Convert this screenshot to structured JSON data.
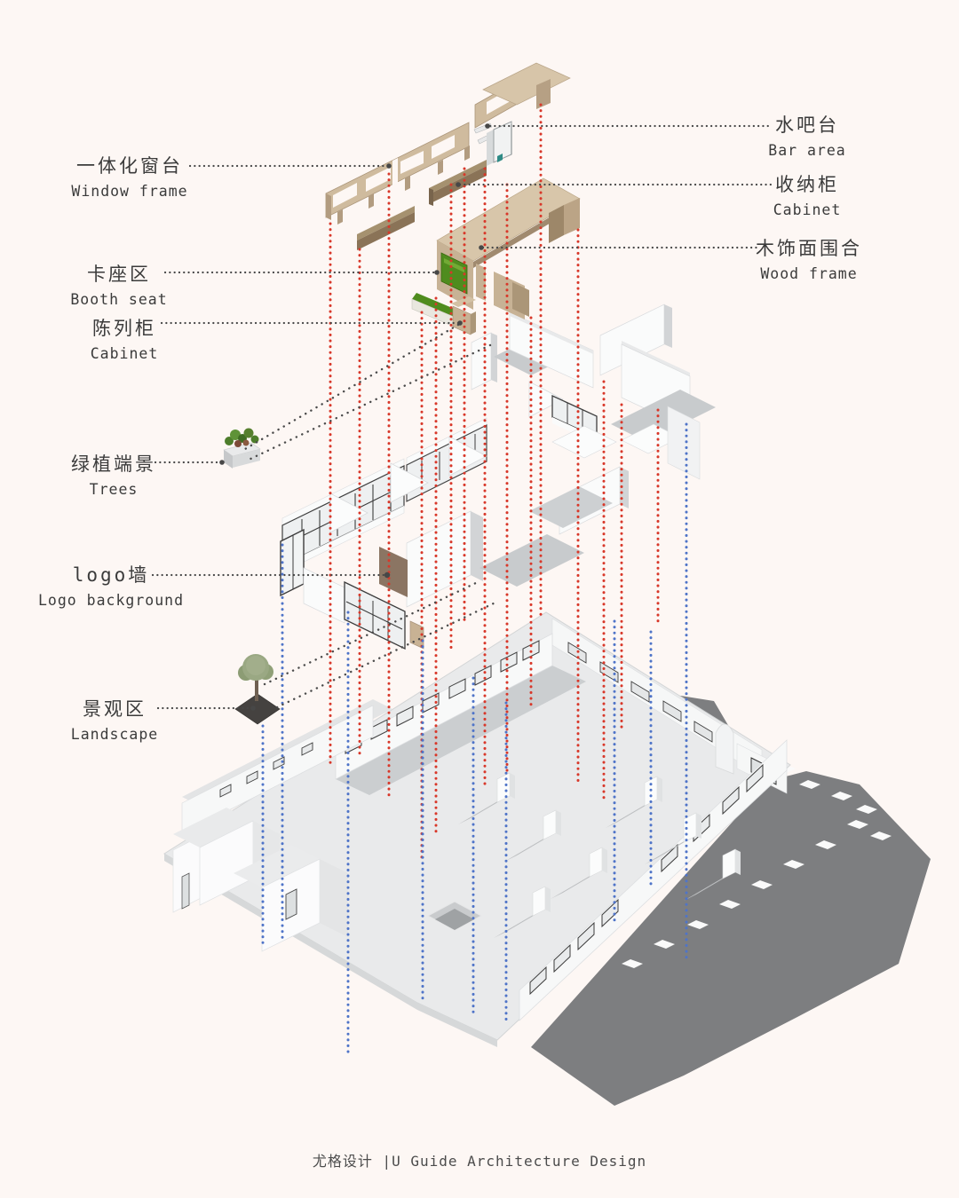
{
  "meta": {
    "kind": "architectural-exploded-axonometric-diagram",
    "background_color": "#fdf7f4",
    "accent_colors": {
      "red_projection_line": "#d8382a",
      "blue_projection_line": "#4f74c8",
      "leader_line": "#474747",
      "wood_beige": "#d0bc9f",
      "wood_dark": "#8a7357",
      "green_panel": "#4f8c1e",
      "logo_wall_brown": "#8b7563",
      "road_gray": "#7d7e80"
    }
  },
  "labels": {
    "window_frame": {
      "zh": "一体化窗台",
      "en": "Window frame"
    },
    "bar_area": {
      "zh": "水吧台",
      "en": "Bar area"
    },
    "storage_cabinet": {
      "zh": "收纳柜",
      "en": "Cabinet"
    },
    "wood_frame": {
      "zh": "木饰面围合",
      "en": "Wood frame"
    },
    "booth_seat": {
      "zh": "卡座区",
      "en": "Booth seat"
    },
    "display_cabinet": {
      "zh": "陈列柜",
      "en": "Cabinet"
    },
    "trees": {
      "zh": "绿植端景",
      "en": "Trees"
    },
    "logo_background": {
      "zh": "logo墙",
      "en": "Logo background"
    },
    "landscape": {
      "zh": "景观区",
      "en": "Landscape"
    }
  },
  "footer": {
    "text": "尤格设计 |U Guide Architecture Design"
  }
}
